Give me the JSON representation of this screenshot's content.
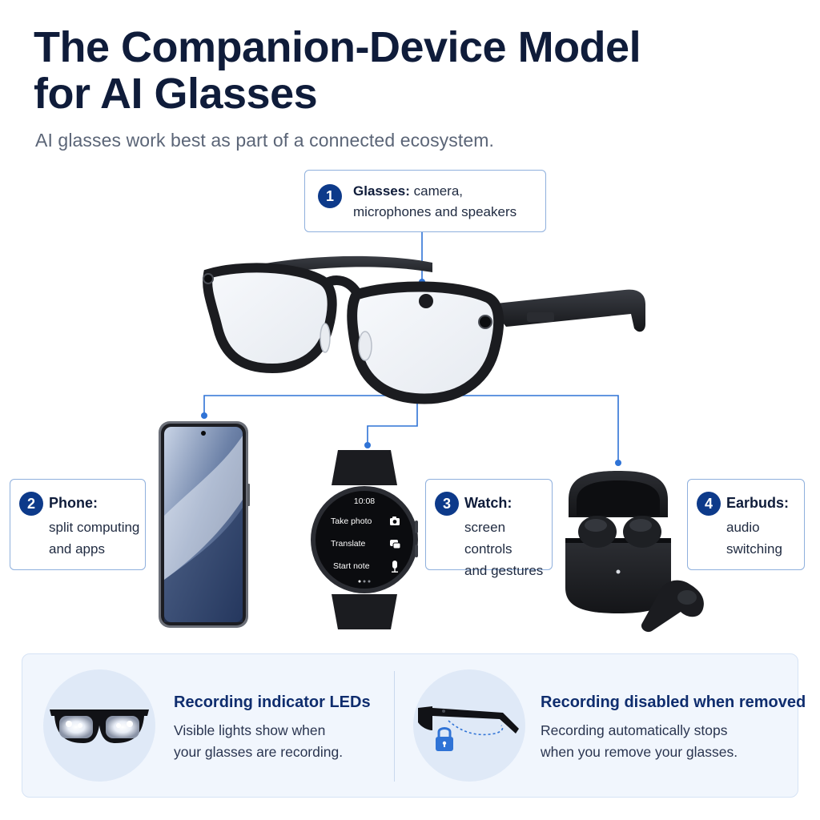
{
  "header": {
    "title_line1": "The Companion-Device Model",
    "title_line2": "for AI Glasses",
    "subtitle": "AI glasses work best as part of a connected ecosystem."
  },
  "callouts": {
    "glasses": {
      "number": "1",
      "title": "Glasses:",
      "line1_rest": " camera,",
      "line2": "microphones and speakers"
    },
    "phone": {
      "number": "2",
      "title": "Phone:",
      "line1": "split computing",
      "line2": "and apps"
    },
    "watch": {
      "number": "3",
      "title": "Watch:",
      "line1": "screen controls",
      "line2": "and gestures"
    },
    "earbuds": {
      "number": "4",
      "title": "Earbuds:",
      "line1": "audio",
      "line2": "switching"
    }
  },
  "watch_screen": {
    "time": "10:08",
    "items": [
      {
        "label": "Take photo",
        "icon": "camera-icon"
      },
      {
        "label": "Translate",
        "icon": "chat-icon"
      },
      {
        "label": "Start note",
        "icon": "microphone-icon"
      }
    ]
  },
  "features": [
    {
      "title": "Recording indicator LEDs",
      "desc_line1": "Visible lights show when",
      "desc_line2": "your glasses are recording.",
      "icon": "glasses-leds-icon"
    },
    {
      "title": "Recording disabled when removed",
      "desc_line1": "Recording automatically stops",
      "desc_line2": "when you remove your glasses.",
      "icon": "glasses-lock-icon"
    }
  ],
  "colors": {
    "title": "#0f1c3a",
    "accent": "#0d3a8a",
    "connector": "#2f73d6",
    "callout_border": "#8fb0dd",
    "panel_bg": "#f1f6fd"
  }
}
